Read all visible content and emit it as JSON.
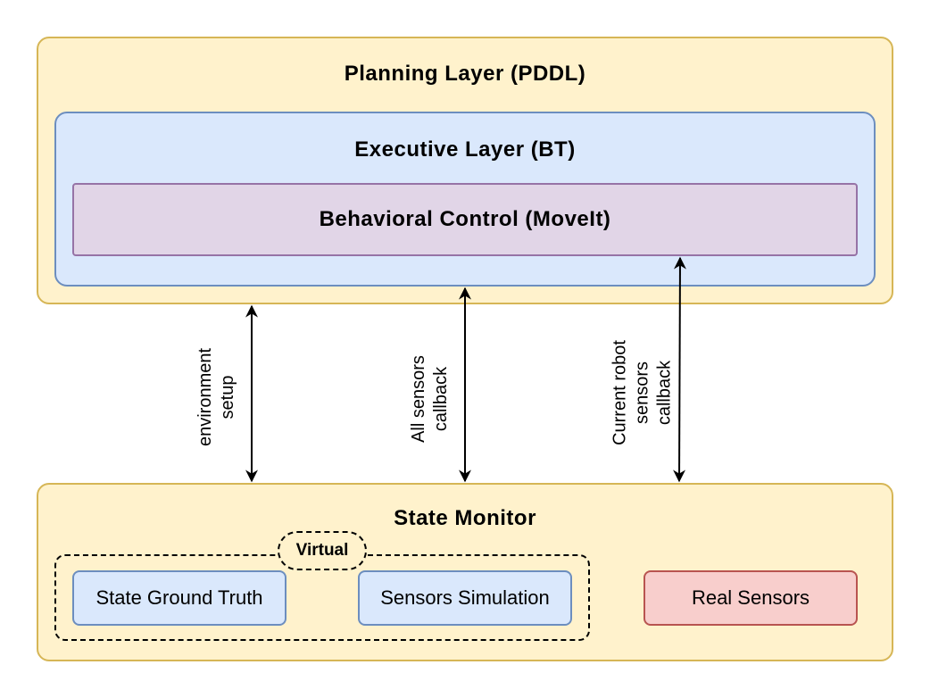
{
  "planning_layer": {
    "title": "Planning Layer (PDDL)"
  },
  "executive_layer": {
    "title": "Executive Layer (BT)"
  },
  "behavioral_control": {
    "title": "Behavioral Control (MoveIt)"
  },
  "state_monitor": {
    "title": "State Monitor",
    "virtual_label": "Virtual",
    "components": [
      {
        "label": "State Ground Truth"
      },
      {
        "label": "Sensors Simulation"
      },
      {
        "label": "Real Sensors"
      }
    ]
  },
  "connections": [
    {
      "lines": [
        "environment",
        "setup"
      ]
    },
    {
      "lines": [
        "All sensors",
        "callback"
      ]
    },
    {
      "lines": [
        "Current robot",
        "sensors",
        "callback"
      ]
    }
  ],
  "colors": {
    "planning_fill": "#fff2cc",
    "planning_stroke": "#d6b656",
    "executive_fill": "#dae8fc",
    "executive_stroke": "#6c8ebf",
    "behavioral_fill": "#e1d5e7",
    "behavioral_stroke": "#9673a6",
    "real_sensors_fill": "#f8cecc",
    "real_sensors_stroke": "#b85450"
  }
}
